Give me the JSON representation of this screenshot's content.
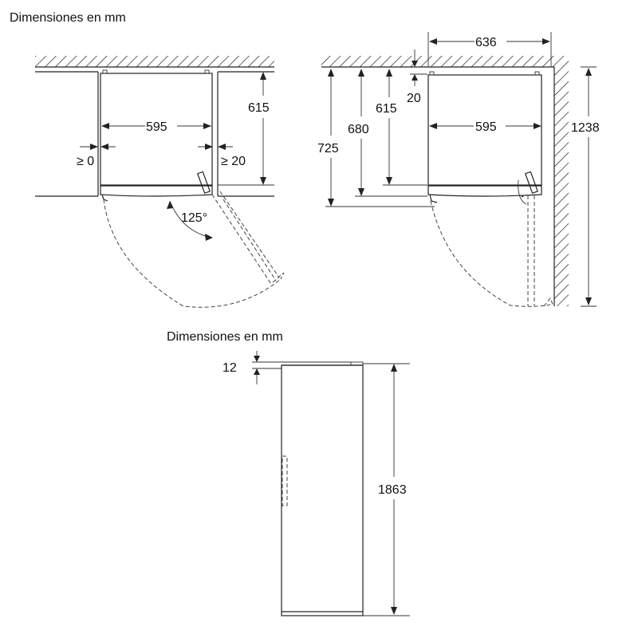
{
  "titles": {
    "top": "Dimensiones en mm",
    "bottom": "Dimensiones en mm"
  },
  "plan_view_niche": {
    "niche_depth": "615",
    "appliance_width": "595",
    "side_gap_left": "≥ 0",
    "side_gap_right": "≥ 20",
    "door_opening_angle": "125°"
  },
  "plan_view_wall": {
    "overall_width": "636",
    "rear_gap": "20",
    "total_depth": "725",
    "depth_with_door": "680",
    "body_depth": "615",
    "appliance_width": "595",
    "depth_door_open": "1238"
  },
  "front_view": {
    "top_offset": "12",
    "height": "1863"
  }
}
